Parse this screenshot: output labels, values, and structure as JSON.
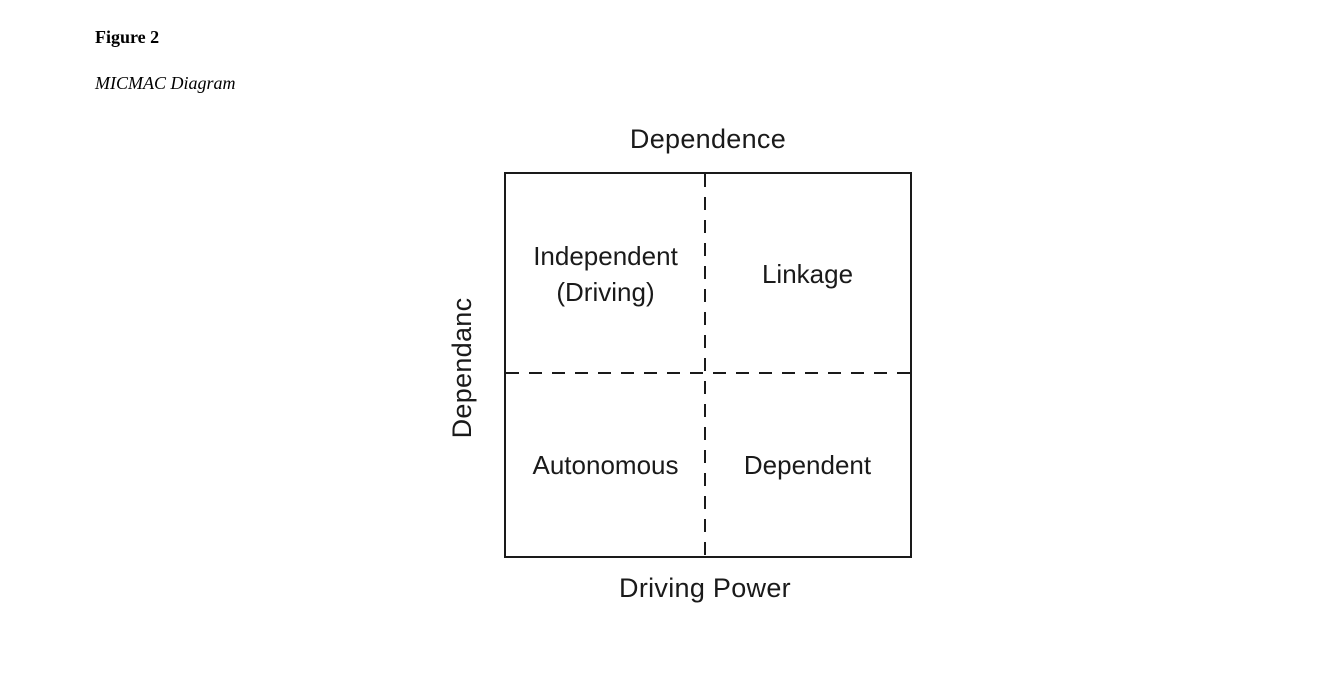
{
  "caption": {
    "figure_label": "Figure 2",
    "figure_title": "MICMAC Diagram"
  },
  "diagram": {
    "top_axis_label": "Dependence",
    "left_axis_label": "Dependanc",
    "bottom_axis_label": "Driving Power",
    "quadrants": {
      "top_left": "Independent\n(Driving)",
      "top_right": "Linkage",
      "bottom_left": "Autonomous",
      "bottom_right": "Dependent"
    },
    "colors": {
      "line": "#1a1a1a",
      "text": "#1a1a1a",
      "background": "#ffffff"
    }
  }
}
